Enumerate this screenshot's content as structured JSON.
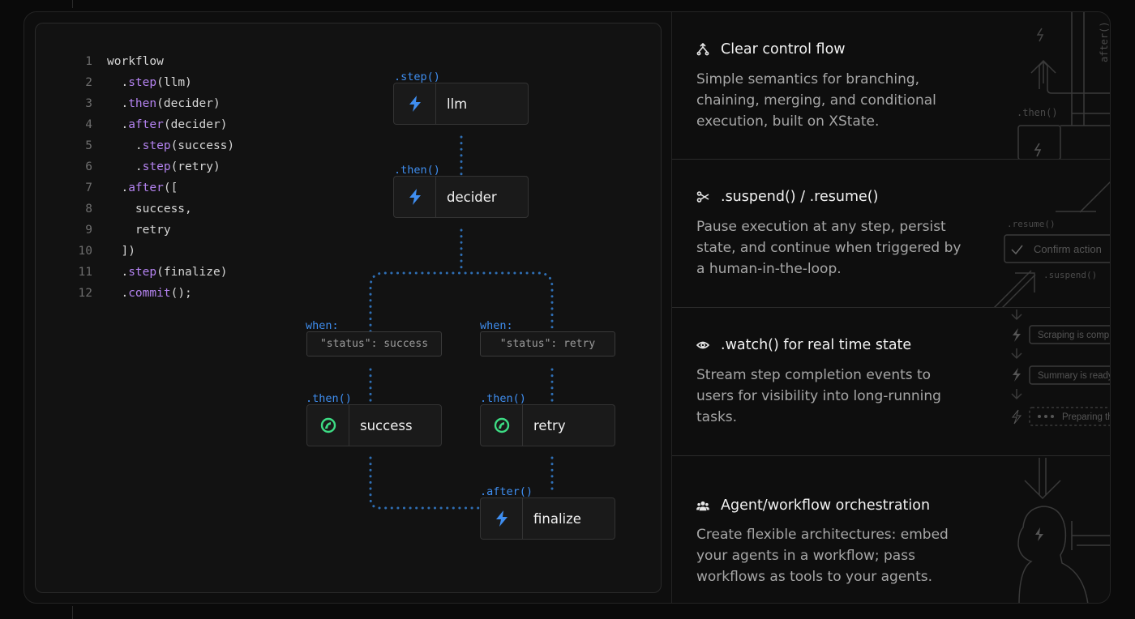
{
  "code": {
    "lines": [
      {
        "num": "1",
        "parts": [
          {
            "t": "workflow",
            "c": "tx"
          }
        ]
      },
      {
        "num": "2",
        "parts": [
          {
            "t": "  .",
            "c": "tx"
          },
          {
            "t": "step",
            "c": "kw"
          },
          {
            "t": "(llm)",
            "c": "tx"
          }
        ]
      },
      {
        "num": "3",
        "parts": [
          {
            "t": "  .",
            "c": "tx"
          },
          {
            "t": "then",
            "c": "kw"
          },
          {
            "t": "(decider)",
            "c": "tx"
          }
        ]
      },
      {
        "num": "4",
        "parts": [
          {
            "t": "  .",
            "c": "tx"
          },
          {
            "t": "after",
            "c": "kw"
          },
          {
            "t": "(decider)",
            "c": "tx"
          }
        ]
      },
      {
        "num": "5",
        "parts": [
          {
            "t": "    .",
            "c": "tx"
          },
          {
            "t": "step",
            "c": "kw"
          },
          {
            "t": "(success)",
            "c": "tx"
          }
        ]
      },
      {
        "num": "6",
        "parts": [
          {
            "t": "    .",
            "c": "tx"
          },
          {
            "t": "step",
            "c": "kw"
          },
          {
            "t": "(retry)",
            "c": "tx"
          }
        ]
      },
      {
        "num": "7",
        "parts": [
          {
            "t": "  .",
            "c": "tx"
          },
          {
            "t": "after",
            "c": "kw"
          },
          {
            "t": "([",
            "c": "tx"
          }
        ]
      },
      {
        "num": "8",
        "parts": [
          {
            "t": "    success,",
            "c": "tx"
          }
        ]
      },
      {
        "num": "9",
        "parts": [
          {
            "t": "    retry",
            "c": "tx"
          }
        ]
      },
      {
        "num": "10",
        "parts": [
          {
            "t": "  ])",
            "c": "tx"
          }
        ]
      },
      {
        "num": "11",
        "parts": [
          {
            "t": "  .",
            "c": "tx"
          },
          {
            "t": "step",
            "c": "kw"
          },
          {
            "t": "(finalize)",
            "c": "tx"
          }
        ]
      },
      {
        "num": "12",
        "parts": [
          {
            "t": "  .",
            "c": "tx"
          },
          {
            "t": "commit",
            "c": "kw"
          },
          {
            "t": "();",
            "c": "tx"
          }
        ]
      }
    ]
  },
  "diagram": {
    "labels": {
      "step": ".step()",
      "then_decider": ".then()",
      "when_success": "when:",
      "when_retry": "when:",
      "then_success": ".then()",
      "then_retry": ".then()",
      "after": ".after()"
    },
    "conditions": {
      "success": "\"status\": success",
      "retry": "\"status\": retry"
    },
    "nodes": {
      "llm": {
        "label": "llm",
        "icon": "bolt-icon"
      },
      "decider": {
        "label": "decider",
        "icon": "bolt-icon"
      },
      "success": {
        "label": "success",
        "icon": "agent-icon"
      },
      "retry": {
        "label": "retry",
        "icon": "agent-icon"
      },
      "finalize": {
        "label": "finalize",
        "icon": "bolt-icon"
      }
    }
  },
  "features": [
    {
      "title": "Clear control flow",
      "icon": "branch-icon",
      "desc": "Simple semantics for branching, chaining, merging, and conditional execution, built on XState.",
      "deco": {
        "a": "after()",
        "b": ".then()"
      }
    },
    {
      "title": ".suspend() / .resume()",
      "icon": "scissors-icon",
      "desc": "Pause execution at any step, persist state, and continue when triggered by a human-in-the-loop.",
      "deco": {
        "a": ".resume()",
        "b": "Confirm action",
        "c": ".suspend()"
      }
    },
    {
      "title": ".watch() for real time state",
      "icon": "eye-icon",
      "desc": "Stream step completion events to users for visibility into long-running tasks.",
      "deco": {
        "a": "Scraping is complete",
        "b": "Summary is ready",
        "c": "Preparing the"
      }
    },
    {
      "title": "Agent/workflow orchestration",
      "icon": "users-icon",
      "desc": "Create flexible architectures: embed your agents in a workflow; pass workflows as tools to your agents."
    }
  ],
  "colors": {
    "accent_blue": "#3f8ef0",
    "keyword": "#b483f0",
    "agent_green": "#3ddc84"
  }
}
